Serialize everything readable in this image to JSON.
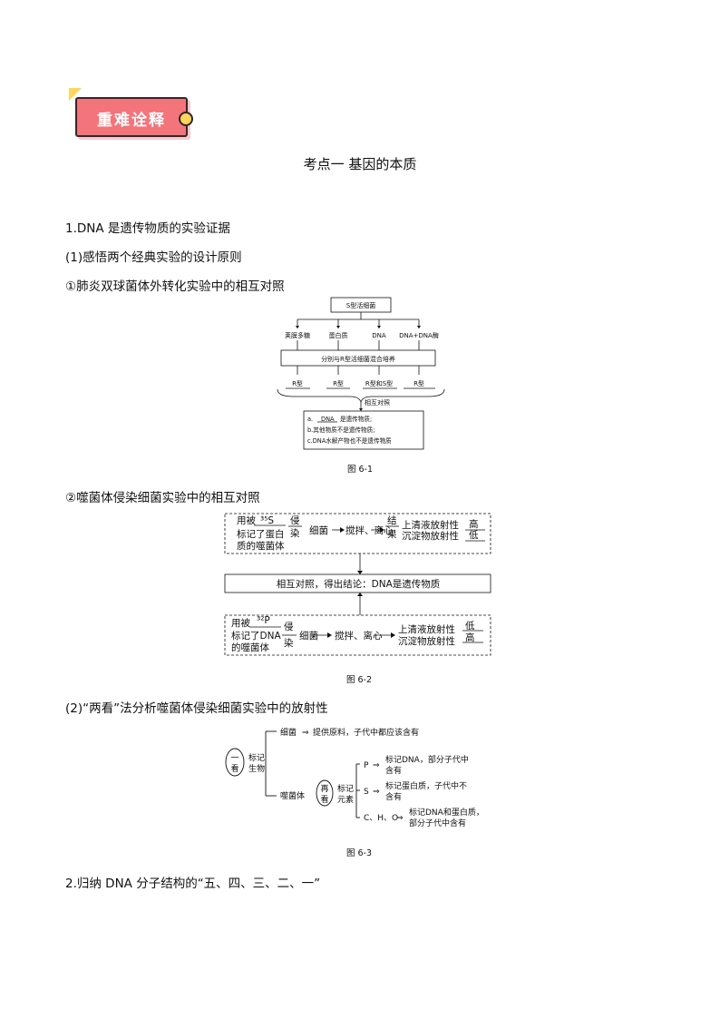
{
  "badge": {
    "label": "重难诠释"
  },
  "section_title": "考点一    基因的本质",
  "paragraphs": {
    "p1": "1.DNA 是遗传物质的实验证据",
    "p2": "(1)感悟两个经典实验的设计原则",
    "p3": "①肺炎双球菌体外转化实验中的相互对照",
    "p4": "②噬菌体侵染细菌实验中的相互对照",
    "p5": "(2)“两看”法分析噬菌体侵染细菌实验中的放射性",
    "p6": "2.归纳 DNA 分子结构的“五、四、三、二、一”"
  },
  "fig1": {
    "top": "S型活细菌",
    "items": [
      "荚膜多糖",
      "蛋白质",
      "DNA",
      "DNA+DNA酶"
    ],
    "mix": "分别与R型活细菌混合培养",
    "results": [
      "R型",
      "R型",
      "R型和S型",
      "R型"
    ],
    "compare": "相互对照",
    "c1_pre": "a.",
    "c1_fill": "DNA",
    "c1_post": "是遗传物质;",
    "c2": "b.其他物质不是遗传物质;",
    "c3": "c.DNA水解产物也不是遗传物质",
    "caption": "图 6-1"
  },
  "fig2": {
    "s_label1": "用被",
    "s_iso": "³⁵S",
    "s_label2": "标记了蛋白",
    "s_label3": "质的噬菌体",
    "infect1": "侵",
    "infect2": "染",
    "bacteria": "细菌",
    "stir": "搅拌、离心",
    "result1": "结",
    "result2": "果",
    "sup": "上清液放射性",
    "sed": "沉淀物放射性",
    "s_sup": "高",
    "s_sed": "低",
    "conclusion": "相互对照，得出结论：DNA是遗传物质",
    "p_label1": "用被",
    "p_iso": "³²P",
    "p_label2": "标记了DNA",
    "p_label3": "的噬菌体",
    "p_sup": "低",
    "p_sed": "高",
    "caption": "图 6-2"
  },
  "fig3": {
    "look1a": "一",
    "look1b": "看",
    "mark1": "标记",
    "mark2": "生物",
    "bacteria": "细菌",
    "bacteria_note": "提供原料，子代中都应该含有",
    "phage": "噬菌体",
    "look2a": "再",
    "look2b": "看",
    "elem1": "标记",
    "elem2": "元素",
    "P": "P",
    "P_note1": "标记DNA，部分子代中",
    "P_note2": "含有",
    "S": "S",
    "S_note1": "标记蛋白质，子代中不",
    "S_note2": "含有",
    "CHO": "C、H、O",
    "CHO_note1": "标记DNA和蛋白质，",
    "CHO_note2": "部分子代中含有",
    "caption": "图 6-3"
  }
}
